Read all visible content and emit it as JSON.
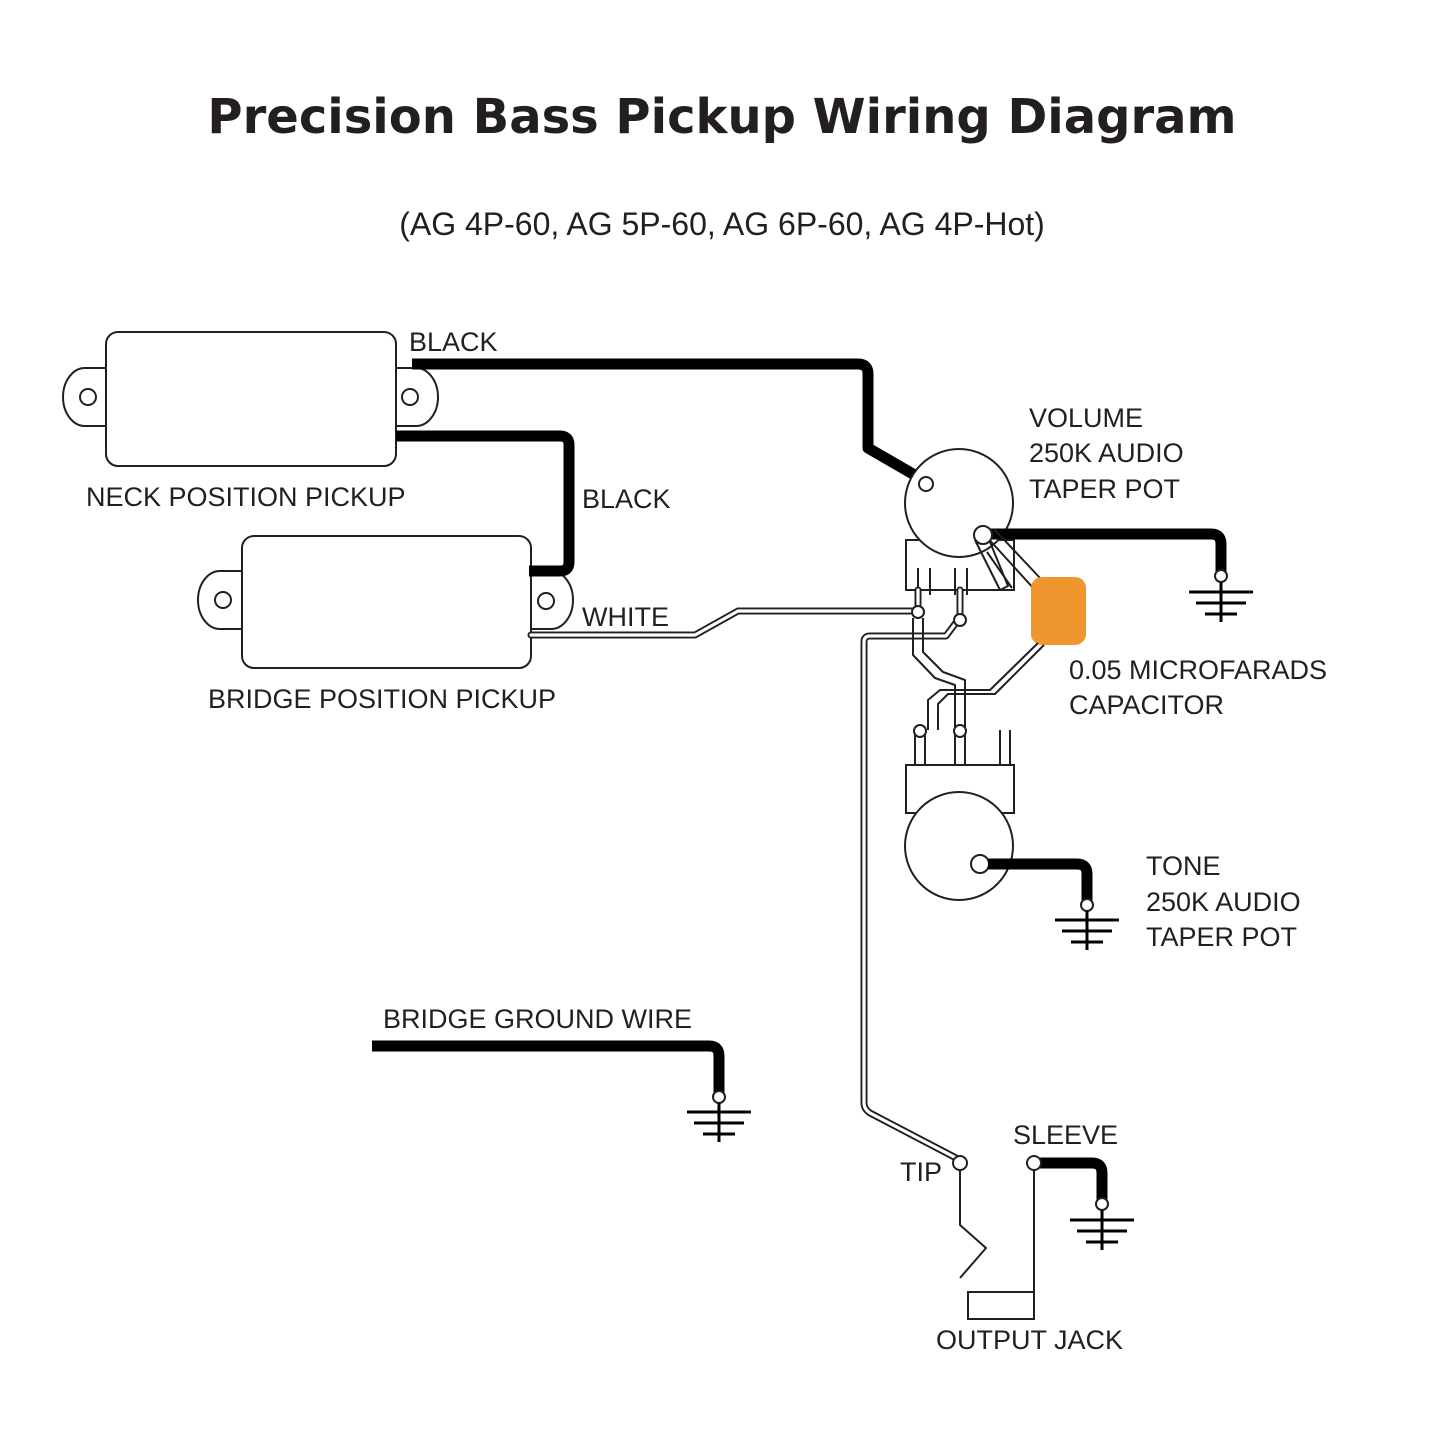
{
  "title": "Precision Bass Pickup Wiring Diagram",
  "subtitle": "(AG 4P-60, AG 5P-60, AG 6P-60, AG 4P-Hot)",
  "pickups": {
    "neck": "NECK POSITION PICKUP",
    "bridge": "BRIDGE POSITION PICKUP"
  },
  "wires": {
    "black_top": "BLACK",
    "black_mid": "BLACK",
    "white": "WHITE",
    "bridge_ground": "BRIDGE GROUND WIRE"
  },
  "volume_pot": [
    "VOLUME",
    "250K AUDIO",
    "TAPER POT"
  ],
  "tone_pot": [
    "TONE",
    "250K AUDIO",
    "TAPER POT"
  ],
  "capacitor": {
    "lines": [
      "0.05 MICROFARADS",
      "CAPACITOR"
    ],
    "color": "#f0962e"
  },
  "jack": {
    "tip": "TIP",
    "sleeve": "SLEEVE",
    "label": "OUTPUT JACK"
  }
}
